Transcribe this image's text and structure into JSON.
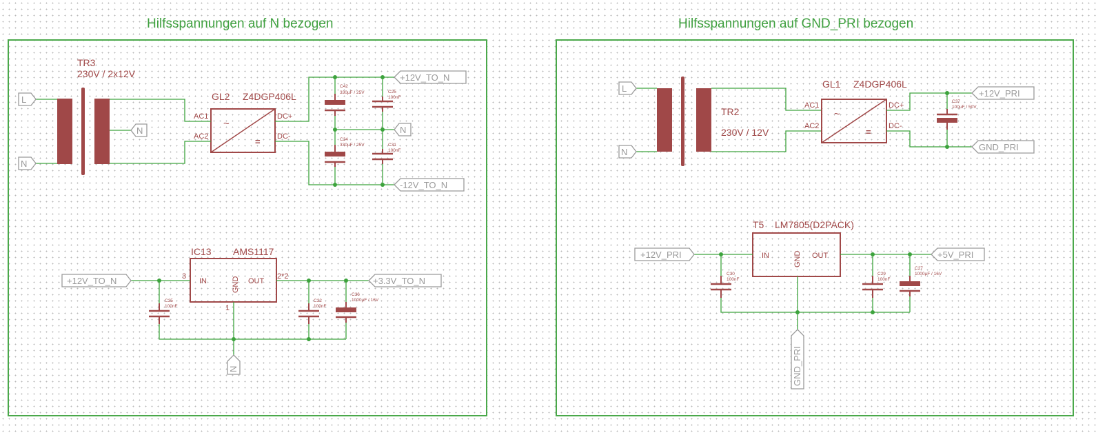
{
  "sheets": {
    "left_title": "Hilfsspannungen auf N bezogen",
    "right_title": "Hilfsspannungen auf GND_PRI bezogen"
  },
  "components": {
    "tr3": {
      "ref": "TR3",
      "value": "230V / 2x12V"
    },
    "tr2": {
      "ref": "TR2",
      "value": "230V / 12V"
    },
    "gl2": {
      "ref": "GL2",
      "value": "Z4DGP406L"
    },
    "gl1": {
      "ref": "GL1",
      "value": "Z4DGP406L"
    },
    "ic13": {
      "ref": "IC13",
      "value": "AMS1117"
    },
    "t5": {
      "ref": "T5",
      "value": "LM7805(D2PACK)"
    },
    "c42": {
      "ref": "C42",
      "value": "330µF / 25V"
    },
    "c25": {
      "ref": "C25",
      "value": "100nF"
    },
    "c34": {
      "ref": "C34",
      "value": "330µF / 25V"
    },
    "c31": {
      "ref": "C31",
      "value": "100nF"
    },
    "c37": {
      "ref": "C37",
      "value": "100µF / 50V"
    },
    "c35": {
      "ref": "C35",
      "value": "100nF"
    },
    "c32": {
      "ref": "C32",
      "value": "100nF"
    },
    "c36": {
      "ref": "C36",
      "value": "1000µF / 16V"
    },
    "c30": {
      "ref": "C30",
      "value": "100nF"
    },
    "c29": {
      "ref": "C29",
      "value": "100nF"
    },
    "c27": {
      "ref": "C27",
      "value": "1000µF / 16V"
    }
  },
  "pins": {
    "ac1": "AC1",
    "ac2": "AC2",
    "dcp": "DC+",
    "dcm": "DC-",
    "in": "IN",
    "out": "OUT",
    "gnd": "GND",
    "p3": "3",
    "p2": "2*2",
    "p1": "1"
  },
  "nets": {
    "l": "L",
    "n": "N",
    "p12_to_n": "+12V_TO_N",
    "m12_to_n": "-12V_TO_N",
    "p33_to_n": "+3.3V_TO_N",
    "p12_pri": "+12V_PRI",
    "gnd_pri": "GND_PRI",
    "p5_pri": "+5V_PRI"
  },
  "symbols": {
    "tilde": "~",
    "dc": "="
  },
  "colors": {
    "wire": "#3da33d",
    "part": "#a04848",
    "net_label": "#9a9a9a",
    "frame": "#4aa84a"
  }
}
